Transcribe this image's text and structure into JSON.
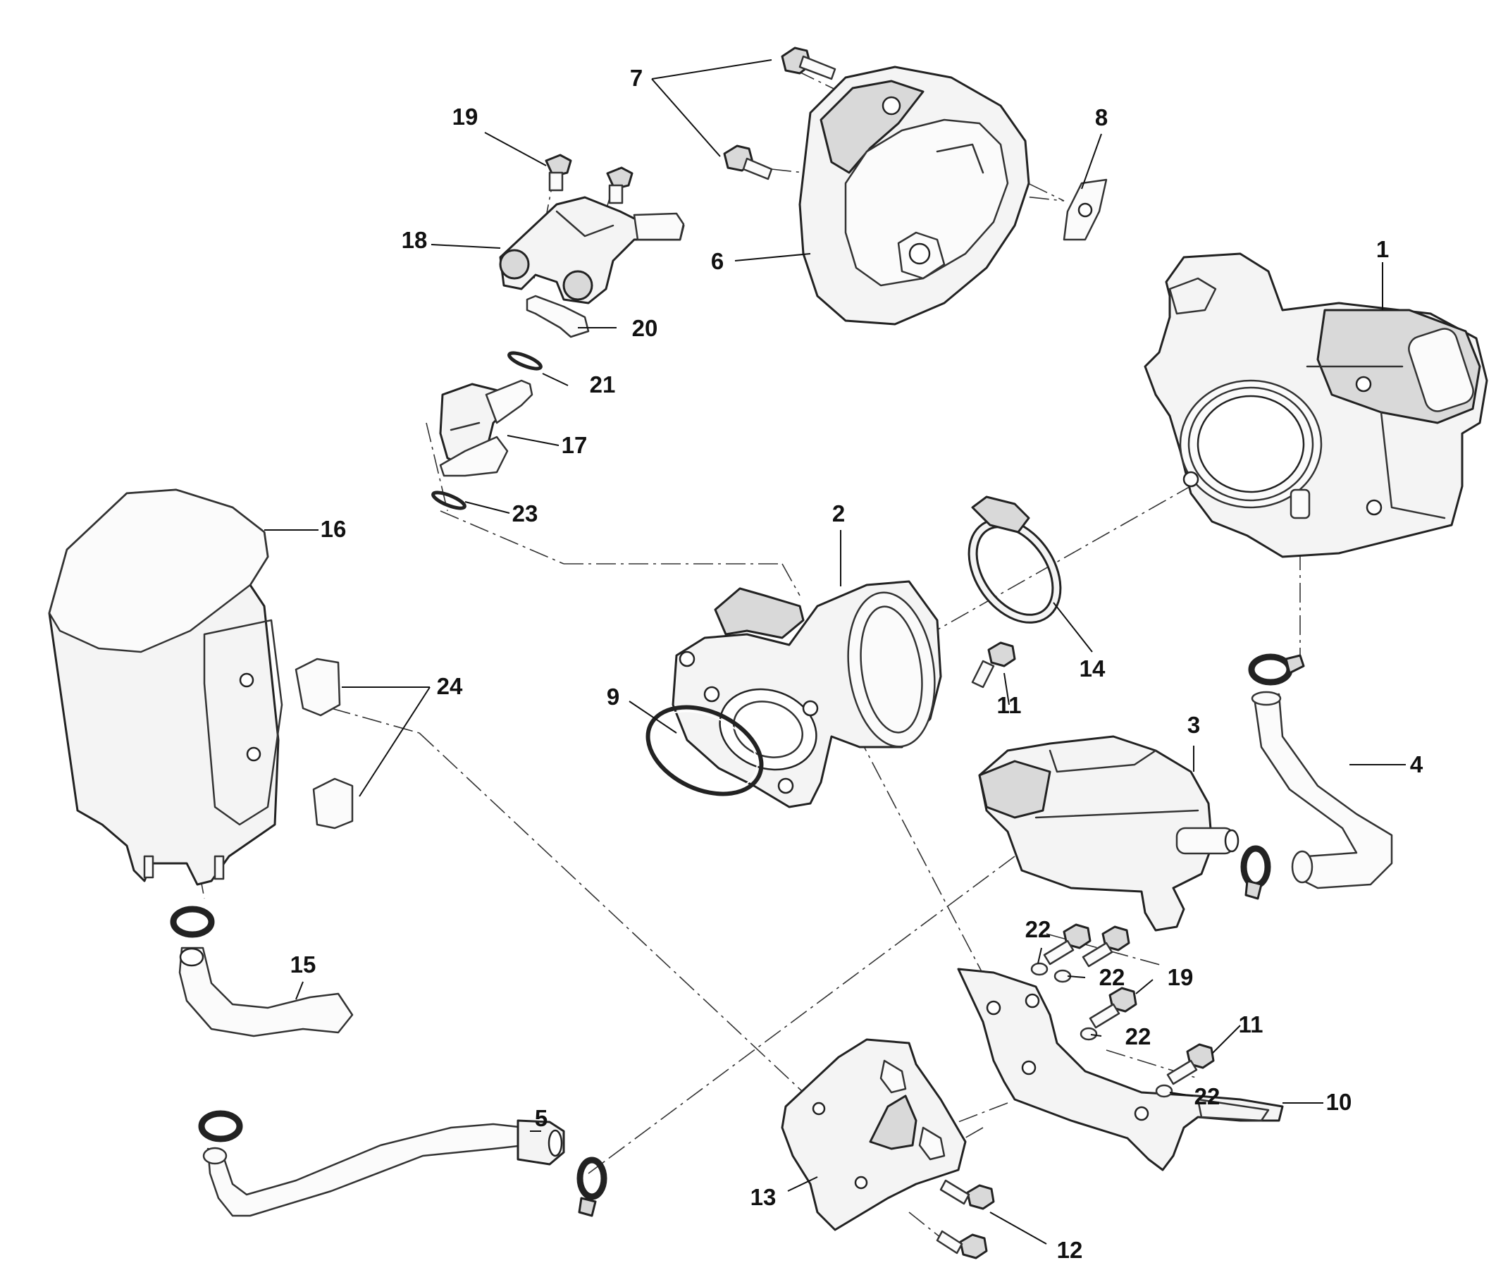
{
  "callouts": [
    {
      "id": "1",
      "text": "1"
    },
    {
      "id": "2",
      "text": "2"
    },
    {
      "id": "3",
      "text": "3"
    },
    {
      "id": "4",
      "text": "4"
    },
    {
      "id": "5",
      "text": "5"
    },
    {
      "id": "6",
      "text": "6"
    },
    {
      "id": "7",
      "text": "7"
    },
    {
      "id": "8",
      "text": "8"
    },
    {
      "id": "9",
      "text": "9"
    },
    {
      "id": "10",
      "text": "10"
    },
    {
      "id": "11a",
      "text": "11"
    },
    {
      "id": "11b",
      "text": "11"
    },
    {
      "id": "12",
      "text": "12"
    },
    {
      "id": "13",
      "text": "13"
    },
    {
      "id": "14",
      "text": "14"
    },
    {
      "id": "15",
      "text": "15"
    },
    {
      "id": "16",
      "text": "16"
    },
    {
      "id": "17",
      "text": "17"
    },
    {
      "id": "18",
      "text": "18"
    },
    {
      "id": "19a",
      "text": "19"
    },
    {
      "id": "19b",
      "text": "19"
    },
    {
      "id": "20",
      "text": "20"
    },
    {
      "id": "21",
      "text": "21"
    },
    {
      "id": "22a",
      "text": "22"
    },
    {
      "id": "22b",
      "text": "22"
    },
    {
      "id": "22c",
      "text": "22"
    },
    {
      "id": "22d",
      "text": "22"
    },
    {
      "id": "23",
      "text": "23"
    },
    {
      "id": "24",
      "text": "24"
    }
  ]
}
